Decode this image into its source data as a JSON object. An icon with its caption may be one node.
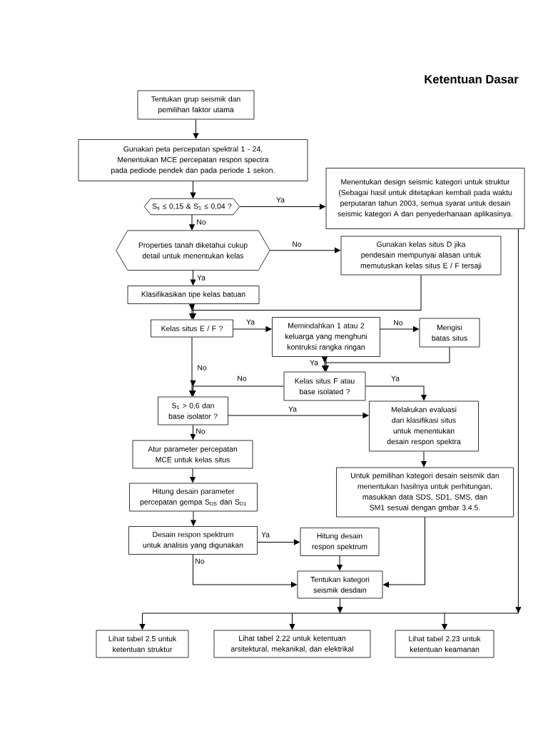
{
  "diagram": {
    "title": "Ketentuan Dasar",
    "nodes": [
      {
        "text": [
          "Tentukan grup seismik dan pemilihan faktor utama"
        ]
      },
      {
        "text": [
          "Gunakan peta percepatan spektral 1 - 24, Menentukan MCE percepatan respon spectra pada pediode pendek dan pada periode 1 sekon."
        ]
      },
      {
        "text": [
          "S$_{s}$ ≤ 0,15 & S$_{1}$ ≤ 0,04 ?"
        ]
      },
      {
        "text": [
          "Menentukan design seismic kategori untuk struktur (Sebagai hasil untuk ditetapkan kembali pada waktu perputaran tahun 2003, semua syarat untuk desain seismic kategori A dan penyederhanaan aplikasinya."
        ]
      },
      {
        "text": [
          "Properties tanah diketahui cukup detail untuk menentukan kelas"
        ]
      },
      {
        "text": [
          "Gunakan kelas situs D jika pendesain mempunyai alasan untuk memutuskan kelas situs E / F tersaji"
        ]
      },
      {
        "text": [
          "Klasifikasikan tipe kelas batuan"
        ]
      },
      {
        "text": [
          "Kelas situs E / F ?"
        ]
      },
      {
        "text": [
          "Memindahkan 1 atau 2 keluarga yang menghuni kontruksi rangka ringan"
        ]
      },
      {
        "text": [
          "Mengisi batas situs"
        ]
      },
      {
        "text": [
          "Kelas situs F atau base isolated ?"
        ]
      },
      {
        "text": [
          "S$_{1}$ > 0,6 dan base isolator ?"
        ]
      },
      {
        "text": [
          "Melakukan evaluasi dari klasifikasi situs untuk menentukan desain respon spektra"
        ]
      },
      {
        "text": [
          "Atur parameter percepatan MCE untuk kelas situs"
        ]
      },
      {
        "text": [
          "Untuk pemilihan kategori desain seismik dan menentukan hasilnya untuk perhitungan, masukkan data SDS, SD1, SMS, dan SM1 sesuai dengan gmbar 3.4.5."
        ]
      },
      {
        "text": [
          "Hitung desain parameter percepatan gempa S$_{DS}$ dan S$_{D1}$"
        ]
      },
      {
        "text": [
          "Desain respon spektrum untuk analisis yang digunakan"
        ]
      },
      {
        "text": [
          "Hitung desain respon spektrum"
        ]
      },
      {
        "text": [
          "Tentukan kategori seismik desdain"
        ]
      },
      {
        "text": [
          "Lihat tabel 2.5 untuk ketentuan struktur"
        ]
      },
      {
        "text": [
          "Lihat tabel 2.22 untuk ketentuan arsitektural, mekanikal, dan elektrikal"
        ]
      },
      {
        "text": [
          "Lihat tabel 2.23 untuk ketentuan keamanan"
        ]
      }
    ],
    "edges": [
      {
        "from": 0,
        "to": 1,
        "arrow": "to"
      },
      {
        "from": 1,
        "to": 2,
        "arrow": "to"
      },
      {
        "from": 2,
        "to": 3,
        "arrow": "to",
        "label": "Ya"
      },
      {
        "from": 2,
        "to": 4,
        "arrow": "to",
        "label": "No"
      },
      {
        "from": 4,
        "to": 5,
        "arrow": "to",
        "label": "No"
      },
      {
        "from": 4,
        "to": 6,
        "arrow": "to",
        "label": "Ya"
      },
      {
        "from": 6,
        "to": 7,
        "arrow": "to"
      },
      {
        "from": 5,
        "to": 7,
        "arrow": "to"
      },
      {
        "from": 7,
        "to": 8,
        "arrow": "to",
        "label": "Ya"
      },
      {
        "from": 8,
        "to": 9,
        "arrow": "to",
        "label": "No"
      },
      {
        "from": 8,
        "to": 10,
        "arrow": "to",
        "label": "Ya"
      },
      {
        "from": 9,
        "to": 10,
        "arrow": "to"
      },
      {
        "from": 7,
        "to": 11,
        "arrow": "to",
        "label": "No"
      },
      {
        "from": 10,
        "to": 11,
        "arrow": "to",
        "label": "No"
      },
      {
        "from": 10,
        "to": 12,
        "arrow": "to",
        "label": "Ya"
      },
      {
        "from": 11,
        "to": 12,
        "arrow": "to",
        "label": "Ya"
      },
      {
        "from": 11,
        "to": 13,
        "arrow": "to",
        "label": "No"
      },
      {
        "from": 12,
        "to": 14,
        "arrow": "to"
      },
      {
        "from": 13,
        "to": 15,
        "arrow": "to"
      },
      {
        "from": 15,
        "to": 16,
        "arrow": "to"
      },
      {
        "from": 16,
        "to": 17,
        "arrow": "to",
        "label": "Ya"
      },
      {
        "from": 16,
        "to": 18,
        "arrow": "to",
        "label": "No"
      },
      {
        "from": 17,
        "to": 18,
        "arrow": "to"
      },
      {
        "from": 14,
        "to": 18,
        "arrow": "to"
      },
      {
        "from": 18,
        "to": 19,
        "arrow": "to"
      },
      {
        "from": 18,
        "to": 20,
        "arrow": "to"
      },
      {
        "from": 18,
        "to": 21,
        "arrow": "to"
      },
      {
        "from": 3,
        "to": 19,
        "arrow": "to"
      },
      {
        "from": 3,
        "to": 20,
        "arrow": "to"
      },
      {
        "from": 3,
        "to": 21,
        "arrow": "to"
      }
    ]
  }
}
